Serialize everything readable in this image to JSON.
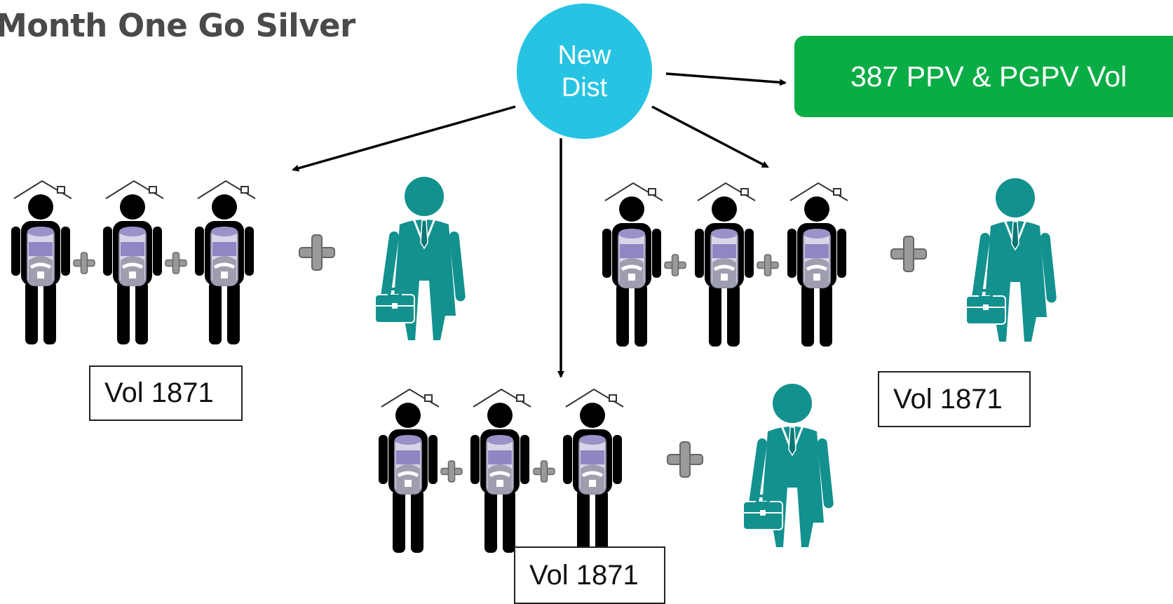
{
  "title": "Month One Go Silver",
  "hub": {
    "line1": "New",
    "line2": "Dist"
  },
  "result": {
    "label": "387 PPV & PGPV Vol"
  },
  "groups": [
    {
      "volume_label": "Vol 1871"
    },
    {
      "volume_label": "Vol 1871"
    },
    {
      "volume_label": "Vol 1871"
    }
  ],
  "colors": {
    "hub": "#27c3e2",
    "result": "#0aad45",
    "customer": "#000000",
    "distributor": "#12918f",
    "plus": "#8a8a8a"
  },
  "icons": [
    "house-roof-icon",
    "customer-icon",
    "water-filter-icon",
    "plus-icon",
    "distributor-businessman-icon",
    "briefcase-icon",
    "arrow-icon"
  ]
}
